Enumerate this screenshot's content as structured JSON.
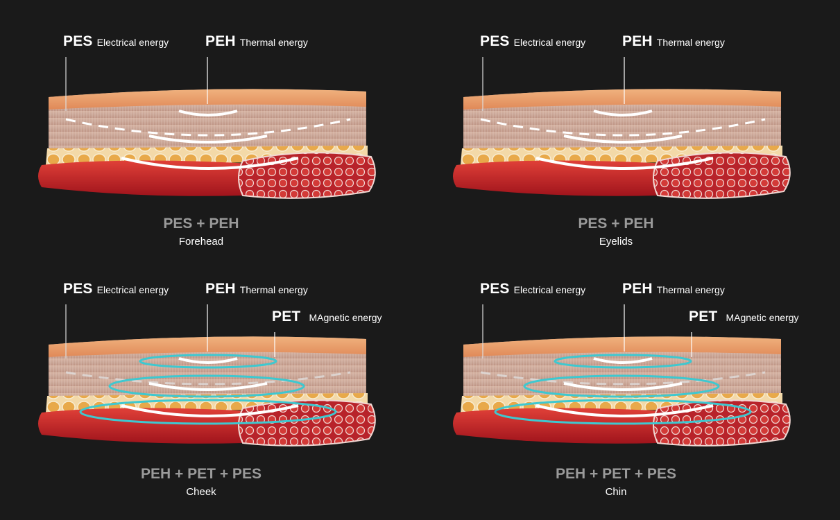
{
  "panels": [
    {
      "labels": {
        "pes": {
          "code": "PES",
          "desc": "Electrical energy"
        },
        "peh": {
          "code": "PEH",
          "desc": "Thermal energy"
        }
      },
      "combo": "PES + PEH",
      "area": "Forehead"
    },
    {
      "labels": {
        "pes": {
          "code": "PES",
          "desc": "Electrical energy"
        },
        "peh": {
          "code": "PEH",
          "desc": "Thermal energy"
        }
      },
      "combo": "PES + PEH",
      "area": "Eyelids"
    },
    {
      "labels": {
        "pes": {
          "code": "PES",
          "desc": "Electrical energy"
        },
        "peh": {
          "code": "PEH",
          "desc": "Thermal energy"
        },
        "pet": {
          "code": "PET",
          "desc": "MAgnetic energy"
        }
      },
      "combo": "PEH + PET + PES",
      "area": "Cheek"
    },
    {
      "labels": {
        "pes": {
          "code": "PES",
          "desc": "Electrical energy"
        },
        "peh": {
          "code": "PEH",
          "desc": "Thermal energy"
        },
        "pet": {
          "code": "PET",
          "desc": "MAgnetic energy"
        }
      },
      "combo": "PEH + PET + PES",
      "area": "Chin"
    }
  ],
  "colors": {
    "background": "#1a1a1a",
    "epidermis": "#e89a6a",
    "dermis": "#c8a898",
    "fat": "#e8a94a",
    "muscle": "#c8282a",
    "electrical_wave": "#ffffff",
    "thermal_wave": "#ffffff",
    "magnetic_wave": "#3ec8d0",
    "combo_text": "#9a9a9a"
  }
}
